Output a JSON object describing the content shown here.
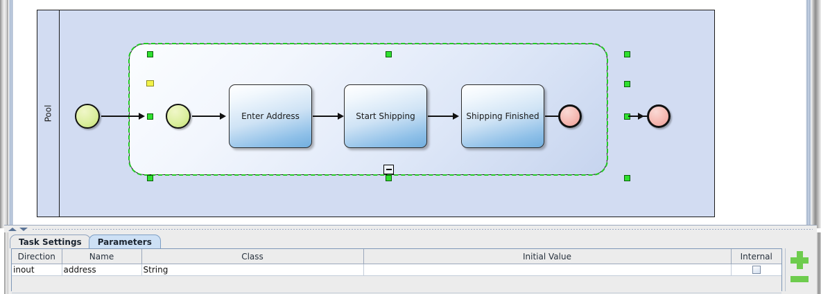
{
  "canvas": {
    "pool": {
      "label": "Pool"
    },
    "subprocess": {
      "selected": true,
      "collapse_marker": "minus",
      "handles": [
        "top-left",
        "top-center",
        "top-right",
        "mid-left-yellow",
        "mid-left",
        "mid-right-upper",
        "mid-right",
        "bottom-left",
        "bottom-center",
        "bottom-right"
      ]
    },
    "nodes": [
      {
        "id": "start-outer",
        "type": "start-event",
        "label": ""
      },
      {
        "id": "start-inner",
        "type": "start-event",
        "label": ""
      },
      {
        "id": "task-1",
        "type": "task",
        "label": "Enter Address"
      },
      {
        "id": "task-2",
        "type": "task",
        "label": "Start Shipping"
      },
      {
        "id": "task-3",
        "type": "task",
        "label": "Shipping Finished"
      },
      {
        "id": "end-inner",
        "type": "end-event",
        "label": ""
      },
      {
        "id": "end-outer",
        "type": "end-event",
        "label": ""
      }
    ],
    "colors": {
      "pool_fill": "#d2dcf2",
      "task_fill": "#8fc0e8",
      "start_event": "#c3e06f",
      "end_event": "#ef9d95",
      "selection": "#22cc22",
      "handle_alt": "#f2f24a"
    }
  },
  "splitter": {
    "up_icon": "triangle-up-icon",
    "down_icon": "triangle-down-icon"
  },
  "bottom_panel": {
    "tabs": [
      {
        "label": "Task Settings",
        "active": false
      },
      {
        "label": "Parameters",
        "active": true
      }
    ],
    "table": {
      "columns": [
        "Direction",
        "Name",
        "Class",
        "Initial Value",
        "Internal"
      ],
      "rows": [
        {
          "direction": "inout",
          "name": "address",
          "class": "String",
          "initial_value": "",
          "internal": false
        }
      ]
    },
    "actions": {
      "add_label": "+",
      "remove_label": "−",
      "add_icon": "plus-icon",
      "remove_icon": "minus-icon",
      "accent": "#6ecc4e"
    }
  }
}
